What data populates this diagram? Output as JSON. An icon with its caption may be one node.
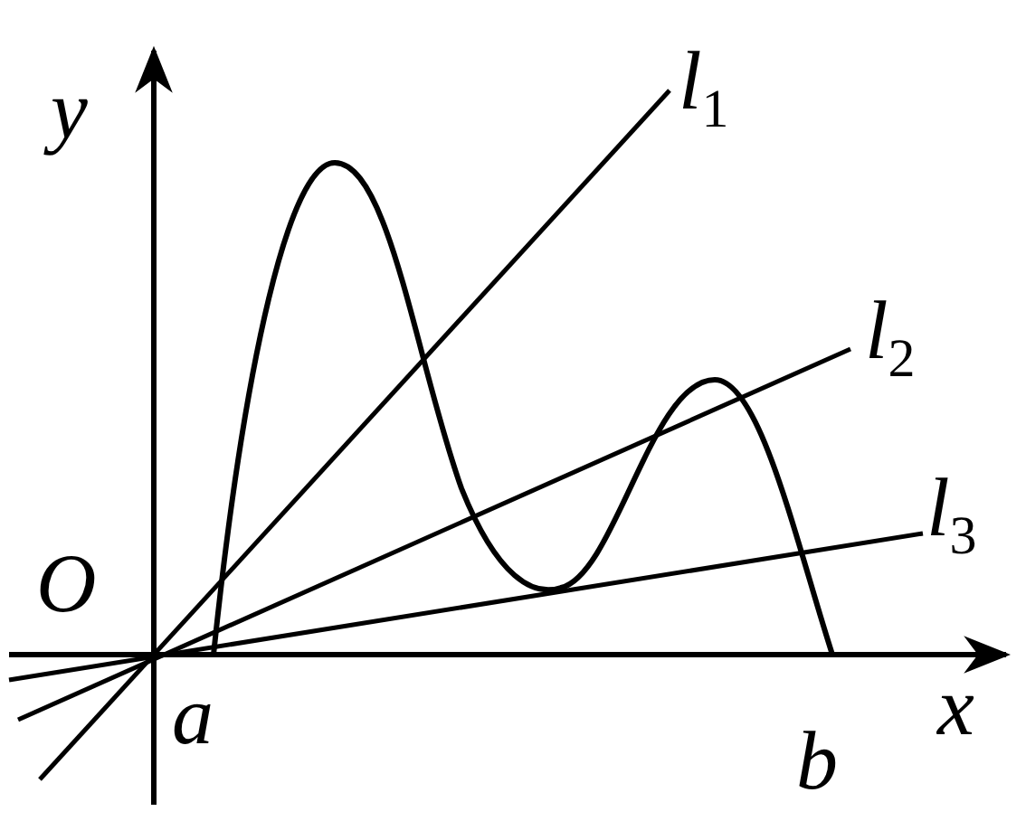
{
  "diagram": {
    "labels": [
      "y",
      "l$_{1}$",
      "l$_{2}$",
      "O",
      "l$_{3}$",
      "a",
      "x",
      "b"
    ]
  }
}
